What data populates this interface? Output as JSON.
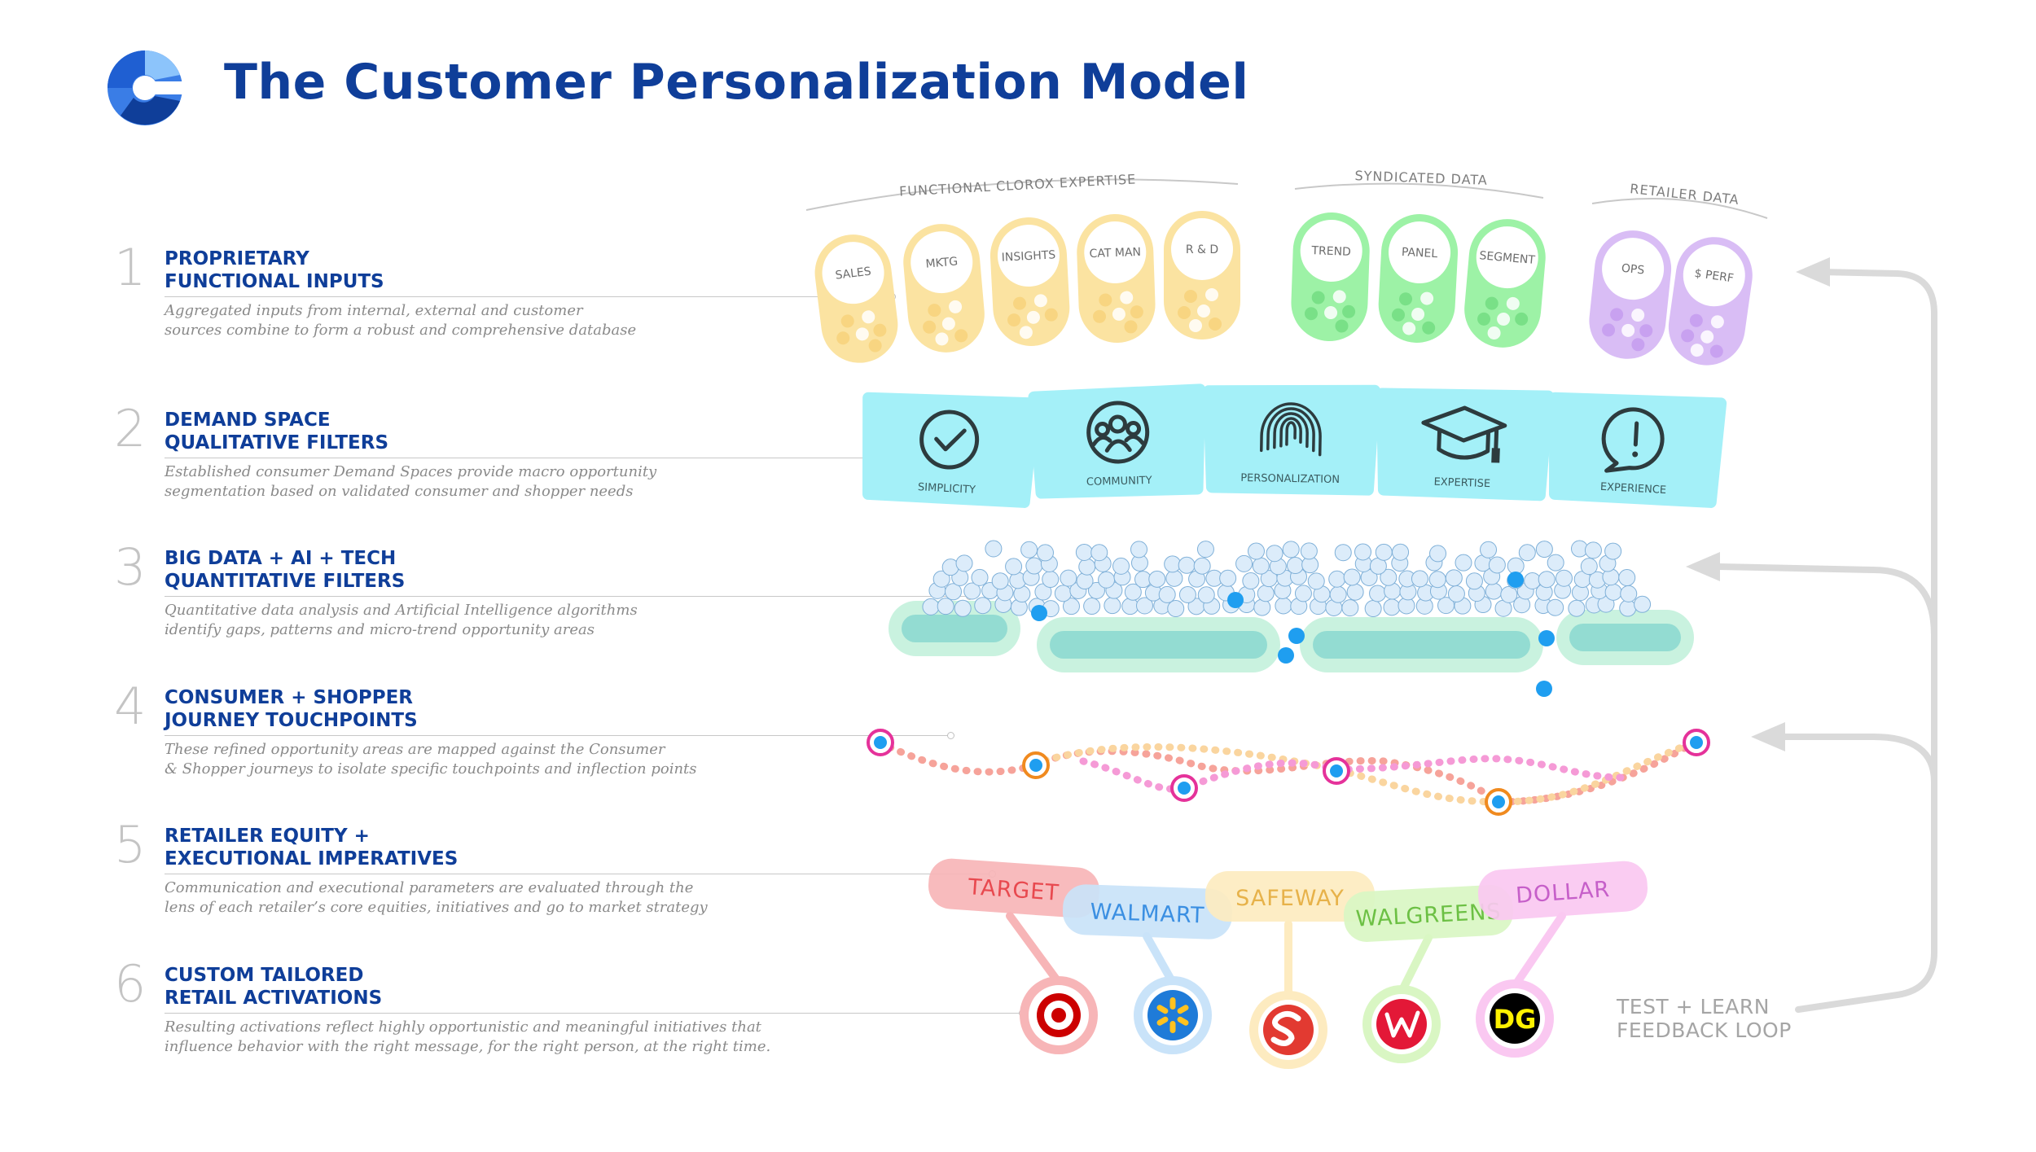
{
  "title": "The Customer Personalization Model",
  "colors": {
    "brand": "#0f3e99",
    "functional": "#fbe3a1",
    "syndicated": "#9df2a6",
    "retailer": "#d9bdf5",
    "demand": "#a4f0f8",
    "bigdata_bar": "#93dcd2",
    "bigdata_bubble": "#dcecfa",
    "highlight": "#1f9ef0"
  },
  "steps": [
    {
      "num": "1",
      "heading": [
        "PROPRIETARY",
        "FUNCTIONAL INPUTS"
      ],
      "description": [
        "Aggregated inputs from internal, external and customer",
        "sources combine to form a robust and comprehensive database"
      ]
    },
    {
      "num": "2",
      "heading": [
        "DEMAND SPACE",
        "QUALITATIVE FILTERS"
      ],
      "description": [
        "Established consumer Demand Spaces provide macro opportunity",
        "segmentation based on validated consumer and shopper needs"
      ]
    },
    {
      "num": "3",
      "heading": [
        "BIG DATA + AI + TECH",
        "QUANTITATIVE  FILTERS"
      ],
      "description": [
        "Quantitative data analysis and Artificial Intelligence algorithms",
        "identify gaps, patterns and micro-trend opportunity areas"
      ]
    },
    {
      "num": "4",
      "heading": [
        "CONSUMER + SHOPPER",
        "JOURNEY TOUCHPOINTS"
      ],
      "description": [
        "These refined opportunity areas are mapped against the Consumer",
        "& Shopper journeys to isolate specific touchpoints and inflection points"
      ]
    },
    {
      "num": "5",
      "heading": [
        "RETAILER EQUITY +",
        "EXECUTIONAL IMPERATIVES"
      ],
      "description": [
        "Communication and executional parameters are evaluated through the",
        "lens of each retailer’s core equities, initiatives and go to market strategy"
      ]
    },
    {
      "num": "6",
      "heading": [
        "CUSTOM TAILORED",
        "RETAIL ACTIVATIONS"
      ],
      "description": [
        "Resulting activations reflect highly opportunistic and meaningful initiatives that",
        "influence behavior with the right message, for the right person, at the right time."
      ]
    }
  ],
  "inputs": {
    "groups": [
      {
        "label": "FUNCTIONAL CLOROX EXPERTISE",
        "items": [
          "SALES",
          "MKTG",
          "INSIGHTS",
          "CAT MAN",
          "R & D"
        ]
      },
      {
        "label": "SYNDICATED DATA",
        "items": [
          "TREND",
          "PANEL",
          "SEGMENT"
        ]
      },
      {
        "label": "RETAILER DATA",
        "items": [
          "OPS",
          "$ PERF"
        ]
      }
    ]
  },
  "demand_spaces": [
    {
      "label": "SIMPLICITY",
      "icon": "checkmark-circle-icon"
    },
    {
      "label": "COMMUNITY",
      "icon": "community-people-icon"
    },
    {
      "label": "PERSONALIZATION",
      "icon": "fingerprint-icon"
    },
    {
      "label": "EXPERTISE",
      "icon": "graduation-cap-icon"
    },
    {
      "label": "EXPERIENCE",
      "icon": "exclamation-bubble-icon"
    }
  ],
  "retailers": [
    {
      "name": "TARGET",
      "logo_text": "",
      "icon": "target-logo-icon",
      "color": "#f7b5b7",
      "text_color": "#e8494f"
    },
    {
      "name": "WALMART",
      "logo_text": "",
      "icon": "walmart-spark-logo-icon",
      "color": "#c9e3f9",
      "text_color": "#3b8fe2"
    },
    {
      "name": "SAFEWAY",
      "logo_text": "",
      "icon": "safeway-s-logo-icon",
      "color": "#fdebc0",
      "text_color": "#e7b24a"
    },
    {
      "name": "WALGREENS",
      "logo_text": "",
      "icon": "walgreens-w-logo-icon",
      "color": "#d9f6c3",
      "text_color": "#6cc044"
    },
    {
      "name": "DOLLAR",
      "logo_text": "DG",
      "icon": "dollar-general-logo-icon",
      "color": "#fac8f1",
      "text_color": "#c65fc9"
    }
  ],
  "feedback_loop": [
    "TEST + LEARN",
    "FEEDBACK LOOP"
  ]
}
